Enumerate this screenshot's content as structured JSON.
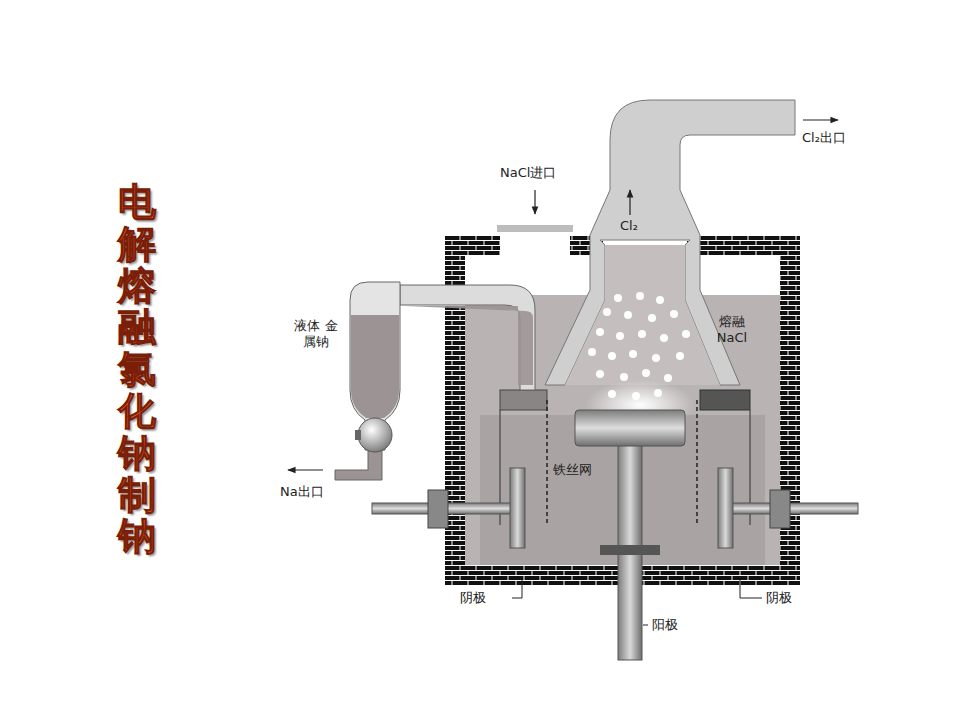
{
  "diagram": {
    "title": "电解熔融氯化钠制钠",
    "labels": [
      "NaCl进口",
      "Cl₂出口",
      "Cl₂",
      "熔融 NaCl",
      "液体 金属钠",
      "Na出口",
      "铁丝网",
      "阴极",
      "阳极",
      "阴极"
    ]
  }
}
